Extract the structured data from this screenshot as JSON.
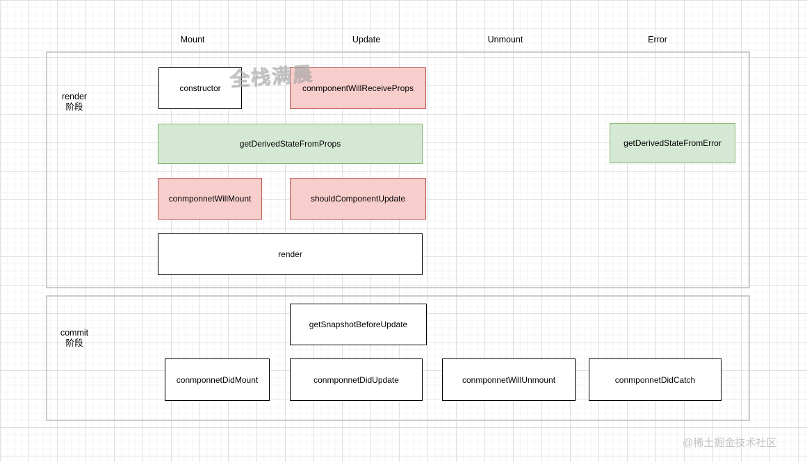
{
  "diagram": {
    "column_headers": [
      {
        "label": "Mount"
      },
      {
        "label": "Update"
      },
      {
        "label": "Unmount"
      },
      {
        "label": "Error"
      }
    ],
    "phases": [
      {
        "name": "render",
        "suffix": "阶段"
      },
      {
        "name": "commit",
        "suffix": "阶段"
      }
    ],
    "boxes": [
      {
        "label": "constructor",
        "style": "plain"
      },
      {
        "label": "conmponentWillReceiveProps",
        "style": "pink"
      },
      {
        "label": "getDerivedStateFromProps",
        "style": "green"
      },
      {
        "label": "getDerivedStateFromError",
        "style": "green"
      },
      {
        "label": "conmponnetWillMount",
        "style": "pink"
      },
      {
        "label": "shouldComponentUpdate",
        "style": "pink"
      },
      {
        "label": "render",
        "style": "plain"
      },
      {
        "label": "getSnapshotBeforeUpdate",
        "style": "plain"
      },
      {
        "label": "conmponnetDidMount",
        "style": "plain"
      },
      {
        "label": "conmponnetDidUpdate",
        "style": "plain"
      },
      {
        "label": "conmponnetWillUnmount",
        "style": "plain"
      },
      {
        "label": "conmponnetDidCatch",
        "style": "plain"
      }
    ],
    "watermarks": {
      "center": "全栈满晨",
      "corner": "@稀土掘金技术社区"
    },
    "colors": {
      "pink_fill": "#f8cecc",
      "pink_border": "#b85450",
      "green_fill": "#d5e8d4",
      "green_border": "#82b366",
      "container_border": "#cccccc"
    }
  }
}
